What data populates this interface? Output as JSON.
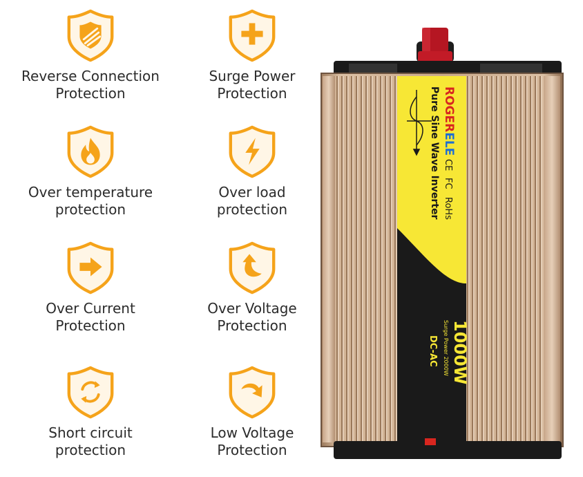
{
  "features": [
    {
      "id": "reverse-connection",
      "icon": "shield-badge-icon",
      "label": "Reverse Connection\nProtection"
    },
    {
      "id": "surge-power",
      "icon": "plus-icon",
      "label": "Surge Power\nProtection"
    },
    {
      "id": "over-temperature",
      "icon": "flame-icon",
      "label": "Over temperature\nprotection"
    },
    {
      "id": "over-load",
      "icon": "lightning-bolt-icon",
      "label": "Over load\nprotection"
    },
    {
      "id": "over-current",
      "icon": "arrow-right-icon",
      "label": "Over Current\nProtection"
    },
    {
      "id": "over-voltage",
      "icon": "curved-arrow-up-icon",
      "label": "Over Voltage\nProtection"
    },
    {
      "id": "short-circuit",
      "icon": "refresh-cycle-icon",
      "label": "Short circuit\nprotection"
    },
    {
      "id": "low-voltage",
      "icon": "curved-arrow-down-icon",
      "label": "Low Voltage\nProtection"
    }
  ],
  "product": {
    "brand": "ROGERELE",
    "brand_part_red": "ROGER",
    "brand_part_blue": "ELE",
    "model": "Pure Sine Wave Inverter",
    "certifications": [
      "CE",
      "FC",
      "RoHs"
    ],
    "power": "1000W",
    "surge": "Surge Power 2000W",
    "type": "DC-AC"
  },
  "colors": {
    "accent": "#F5A31A",
    "shield_fill": "#FFF6E6",
    "label_yellow": "#F7E735",
    "label_black": "#1a1a1a",
    "body_bronze": "#C9A98A",
    "terminal_red": "#B51622"
  }
}
